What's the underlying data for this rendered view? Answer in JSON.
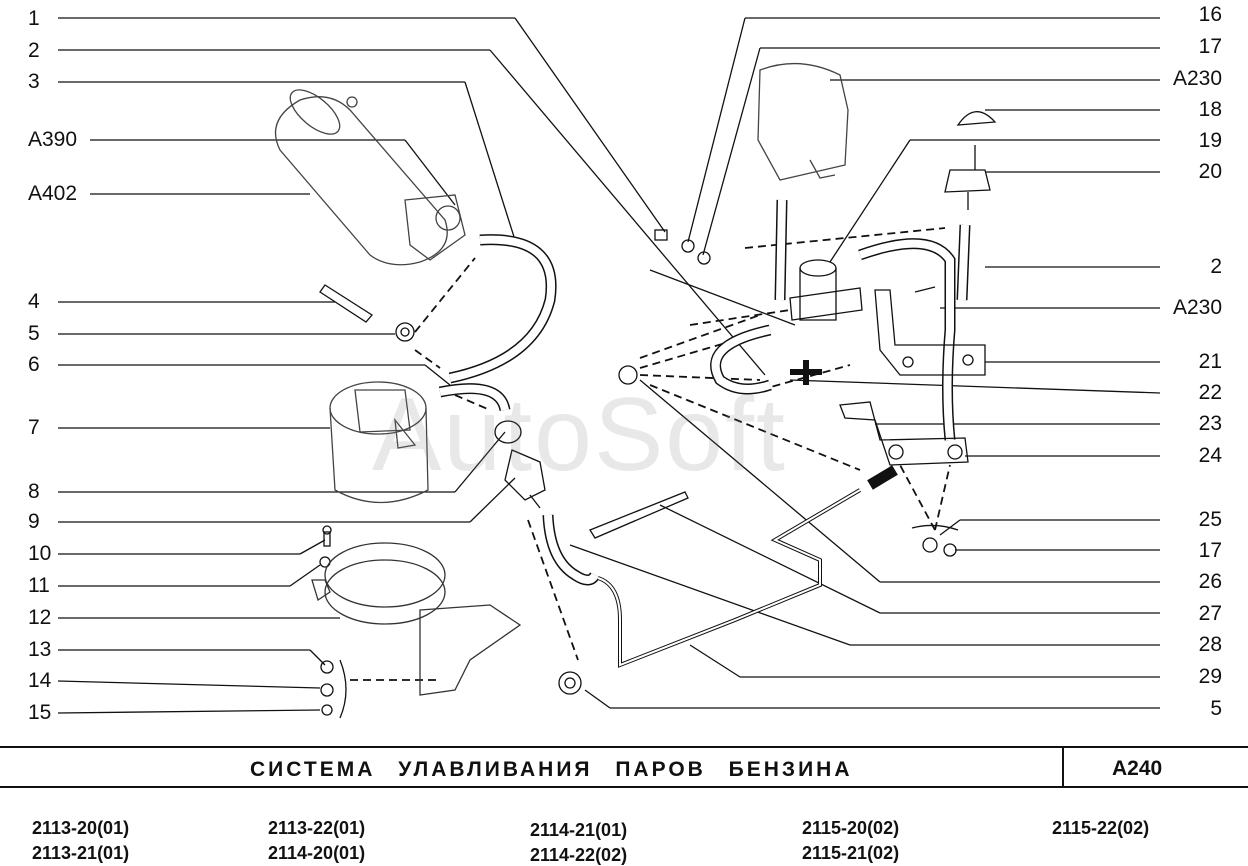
{
  "callouts_left": [
    "1",
    "2",
    "3",
    "A390",
    "A402",
    "4",
    "5",
    "6",
    "7",
    "8",
    "9",
    "10",
    "11",
    "12",
    "13",
    "14",
    "15"
  ],
  "callouts_right": [
    "16",
    "17",
    "A230",
    "18",
    "19",
    "20",
    "2",
    "A230",
    "21",
    "22",
    "23",
    "24",
    "25",
    "17",
    "26",
    "27",
    "28",
    "29",
    "5"
  ],
  "title": "СИСТЕМА УЛАВЛИВАНИЯ ПАРОВ БЕНЗИНА",
  "code": "A240",
  "models": [
    "2113-20(01)",
    "2113-21(01)",
    "2113-22(01)",
    "2114-20(01)",
    "2114-21(01)",
    "2114-22(02)",
    "2115-20(02)",
    "2115-21(02)",
    "2115-22(02)"
  ],
  "watermark": "AutoSoft"
}
